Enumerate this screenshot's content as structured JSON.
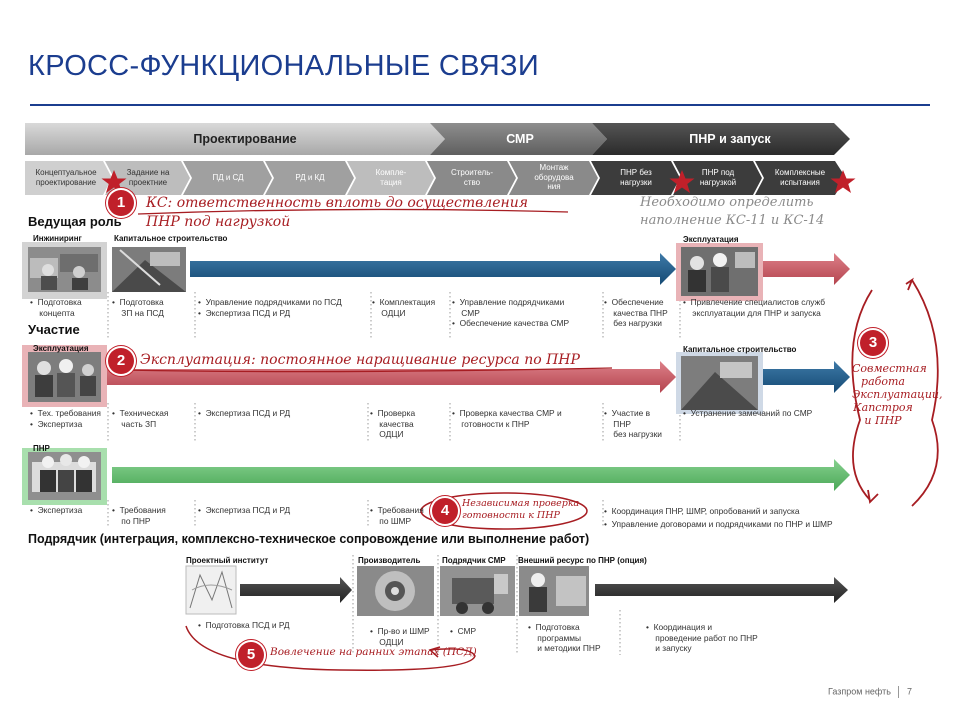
{
  "title": "КРОСС-ФУНКЦИОНАЛЬНЫЕ СВЯЗИ",
  "phases": [
    "Проектирование",
    "СМР",
    "ПНР и запуск"
  ],
  "stages": [
    "Концептуальное\nпроектирование",
    "Задание на\nпроектние",
    "ПД и СД",
    "РД и КД",
    "Компле-\nтация",
    "Строитель-\nство",
    "Монтаж\nоборудова\nния",
    "ПНР без\nнагрузки",
    "ПНР под\nнагрузкой",
    "Комплексные\nиспытания"
  ],
  "notes": {
    "n1": "КС: ответственность вплоть до осуществления",
    "n1b": "ПНР под нагрузкой",
    "top_right_a": "Необходимо определить",
    "top_right_b": "наполнение КС-11 и КС-14",
    "n2": "Эксплуатация: постоянное наращивание ресурса по ПНР",
    "n3a": "Совместная",
    "n3b": "работа",
    "n3c": "Эксплуатации,",
    "n3d": "Капстроя",
    "n3e": "и ПНР",
    "n4a": "Независимая проверка",
    "n4b": "готовности к ПНР",
    "n5": "Вовлечение на ранних этапах (ПСД)"
  },
  "badges": [
    "1",
    "2",
    "3",
    "4",
    "5"
  ],
  "sections": {
    "lead": "Ведущая роль",
    "part": "Участие",
    "contractor": "Подрядчик (интеграция, комплексно-техническое сопровождение или выполнение работ)"
  },
  "labels": {
    "eng": "Инжиниринг",
    "capex": "Капитальное строительство",
    "ops_top": "Эксплуатация",
    "ops": "Эксплуатация",
    "capex2": "Капитальное строительство",
    "pnr": "ПНР",
    "institute": "Проектный институт",
    "manuf": "Производитель",
    "smr_contr": "Подрядчик СМР",
    "ext": "Внешний ресурс по ПНР (опция)"
  },
  "row1": [
    "•  Подготовка\n    концепта",
    "•  Подготовка\n    ЗП на ПСД",
    "•  Управление подрядчиками по ПСД\n•  Экспертиза ПСД и РД",
    "•  Комплектация\n    ОДЦИ",
    "•  Управление подрядчиками\n    СМР\n•  Обеспечение качества СМР",
    "•  Обеспечение\n    качества ПНР\n    без нагрузки",
    "•  Привлечение специалистов служб\n    эксплуатации для ПНР и запуска"
  ],
  "row2": [
    "•  Тех. требования\n•  Экспертиза",
    "•  Техническая\n    часть ЗП",
    "•  Экспертиза ПСД и РД",
    "•  Проверка\n    качества\n    ОДЦИ",
    "•  Проверка качества СМР и\n    готовности к ПНР",
    "•  Участие в\n    ПНР\n    без нагрузки",
    "•  Устранение замечаний по СМР"
  ],
  "row3": [
    "•  Экспертиза",
    "•  Требования\n    по ПНР",
    "•  Экспертиза ПСД и РД",
    "•  Требования\n    по ШМР",
    "•  Координация ПНР, ШМР, опробований и запуска\n•  Управление договорами и подрядчиками по ПНР и ШМР"
  ],
  "row4": [
    "•  Подготовка ПСД и РД",
    "•  Пр-во и ШМР\n    ОДЦИ",
    "•  СМР",
    "•  Подготовка\n    программы\n    и методики ПНР",
    "•  Координация и\n    проведение работ по ПНР\n    и запуску"
  ],
  "footer": {
    "company": "Газпром нефть",
    "page": "7"
  },
  "colors": {
    "accent": "#1b3d8f",
    "blue_arrow": "#1f5a8a",
    "red_arrow": "#c85a63",
    "green_arrow": "#5fb86a",
    "dark_arrow": "#3a3a3a",
    "hand_red": "#a71d22"
  }
}
